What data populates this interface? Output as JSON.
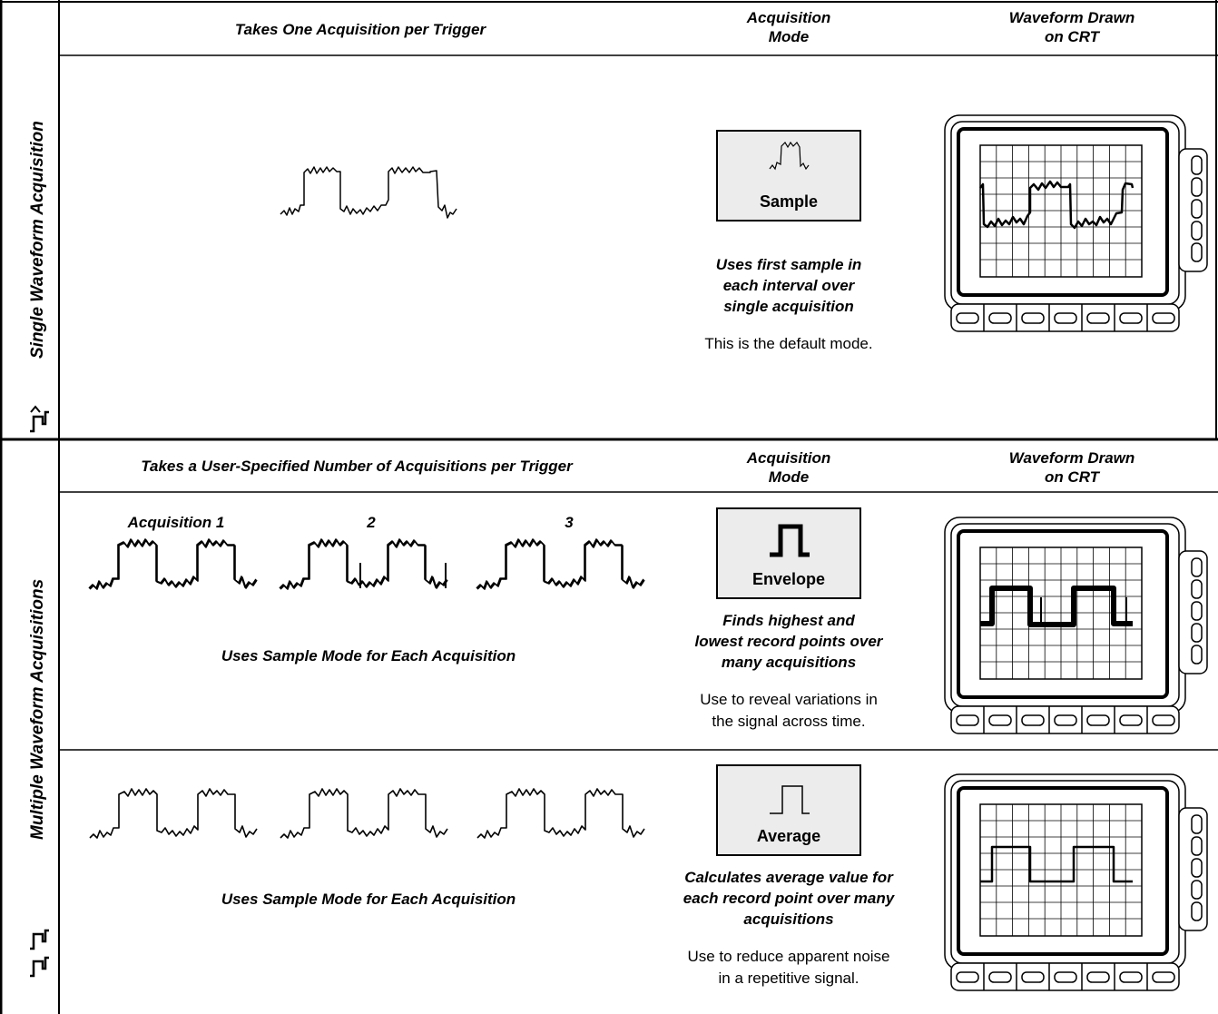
{
  "sections": {
    "single": {
      "side_label": "Single Waveform Acquisition",
      "header": "Takes One Acquisition per Trigger",
      "mode_header": [
        "Acquisition",
        "Mode"
      ],
      "crt_header": [
        "Waveform Drawn",
        "on CRT"
      ],
      "mode_button": "Sample",
      "description": [
        "Uses first sample in",
        "each interval over",
        "single acquisition"
      ],
      "note": [
        "This is the default mode."
      ]
    },
    "multiple": {
      "side_label": "Multiple Waveform Acquisitions",
      "header": "Takes a User-Specified Number of Acquisitions per Trigger",
      "mode_header": [
        "Acquisition",
        "Mode"
      ],
      "crt_header": [
        "Waveform Drawn",
        "on CRT"
      ],
      "acquisition_labels": [
        "Acquisition 1",
        "2",
        "3"
      ],
      "envelope": {
        "caption": "Uses Sample Mode for Each Acquisition",
        "mode_button": "Envelope",
        "description": [
          "Finds highest and",
          "lowest record points over",
          "many acquisitions"
        ],
        "note": [
          "Use to reveal variations in",
          "the signal across time."
        ]
      },
      "average": {
        "caption": "Uses Sample Mode for Each Acquisition",
        "mode_button": "Average",
        "description": [
          "Calculates average value for",
          "each record point over many",
          "acquisitions"
        ],
        "note": [
          "Use to reduce apparent noise",
          "in a repetitive signal."
        ]
      }
    }
  },
  "colors": {
    "button_fill": "#ececec",
    "line": "#000000",
    "background": "#ffffff"
  },
  "icons": [
    "single-trigger-icon",
    "multi-trigger-icon",
    "sample-mode-icon",
    "envelope-mode-icon",
    "average-mode-icon",
    "crt-screen-icon"
  ]
}
